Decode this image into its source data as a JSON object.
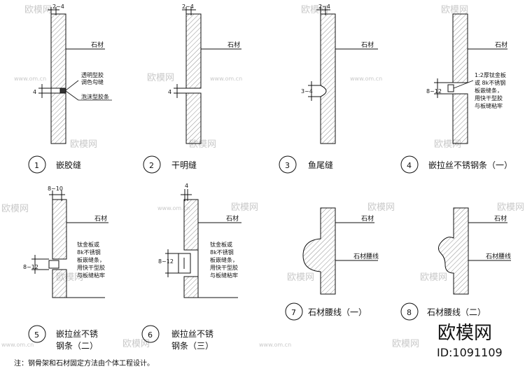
{
  "watermark": {
    "site": "www.om.cn",
    "brand": "欧模网"
  },
  "brand": {
    "name": "欧模网",
    "id": "ID:1091109"
  },
  "labels": {
    "stone": "石材"
  },
  "details": [
    {
      "num": "1",
      "title": "嵌胶缝",
      "dim_top": "2~4",
      "dim_side": "4",
      "notes": [
        "透明型胶",
        "调色勾缝"
      ],
      "note2": "泡沫型胶条"
    },
    {
      "num": "2",
      "title": "干明缝",
      "dim_top": "2~4",
      "dim_side": "4"
    },
    {
      "num": "3",
      "title": "鱼尾缝",
      "dim_top": "2~4",
      "dim_side": "3~4"
    },
    {
      "num": "4",
      "title": "嵌拉丝不锈钢条（一）",
      "dim_side": "8~12",
      "notes": [
        "1:2厚钛金板",
        "或 8k不锈钢",
        "板嵌缝条，",
        "用快干型胶",
        "与板缝粘牢"
      ]
    },
    {
      "num": "5",
      "title_lines": [
        "嵌拉丝不锈",
        "钢条（二）"
      ],
      "dim_top": "8~10",
      "dim_side": "8~12",
      "notes": [
        "钛金板或",
        "8k不锈钢",
        "板嵌缝条，",
        "用快干型胶",
        "与板缝粘牢"
      ]
    },
    {
      "num": "6",
      "title_lines": [
        "嵌拉丝不锈",
        "钢条（三）"
      ],
      "dim_top": "4",
      "dim_side": "8~12",
      "notes": [
        "钛金板或",
        "8k不锈钢",
        "板嵌缝条，",
        "用快干型胶",
        "与板缝粘牢"
      ]
    },
    {
      "num": "7",
      "title": "石材腰线（一）",
      "label2": "石材腰线"
    },
    {
      "num": "8",
      "title": "石材腰线（二）",
      "label2": "石材腰线"
    }
  ],
  "footnote": "注：钢骨架和石材固定方法由个体工程设计。"
}
